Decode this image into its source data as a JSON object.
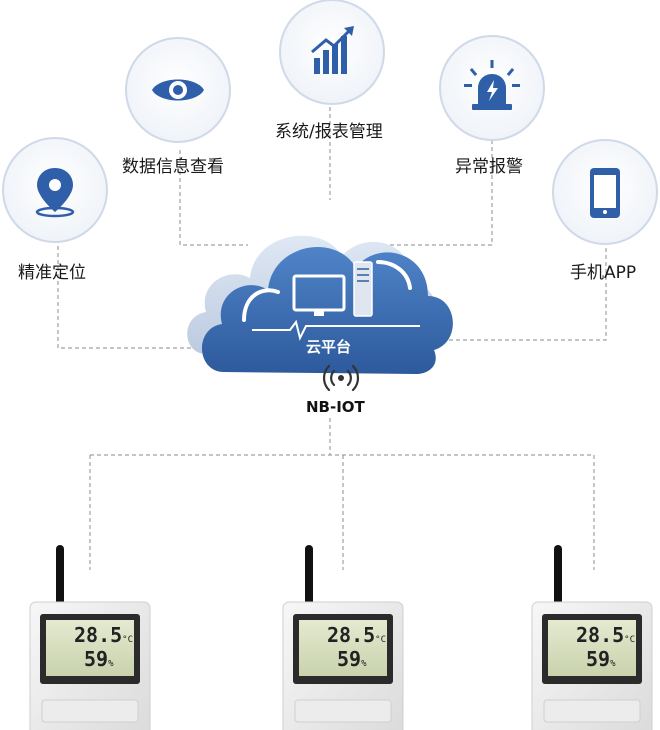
{
  "features": [
    {
      "id": "location",
      "label": "精准定位",
      "icon": "location-pin-icon"
    },
    {
      "id": "data-view",
      "label": "数据信息查看",
      "icon": "eye-icon"
    },
    {
      "id": "system",
      "label": "系统/报表管理",
      "icon": "bar-chart-trend-icon"
    },
    {
      "id": "alarm",
      "label": "异常报警",
      "icon": "alarm-siren-icon"
    },
    {
      "id": "app",
      "label": "手机APP",
      "icon": "smartphone-icon"
    }
  ],
  "cloud": {
    "label": "云平台",
    "icon": "cloud-icon"
  },
  "network": {
    "label": "NB-IOT",
    "icon": "wireless-signal-icon"
  },
  "devices": [
    {
      "temperature": "28.5",
      "humidity": "59",
      "temp_unit": "°C",
      "hum_unit": "%"
    },
    {
      "temperature": "28.5",
      "humidity": "59",
      "temp_unit": "°C",
      "hum_unit": "%"
    },
    {
      "temperature": "28.5",
      "humidity": "59",
      "temp_unit": "°C",
      "hum_unit": "%"
    }
  ],
  "colors": {
    "accent": "#2f5fa8",
    "cloud": "#3d6fb5",
    "line": "#9a9a9a"
  }
}
